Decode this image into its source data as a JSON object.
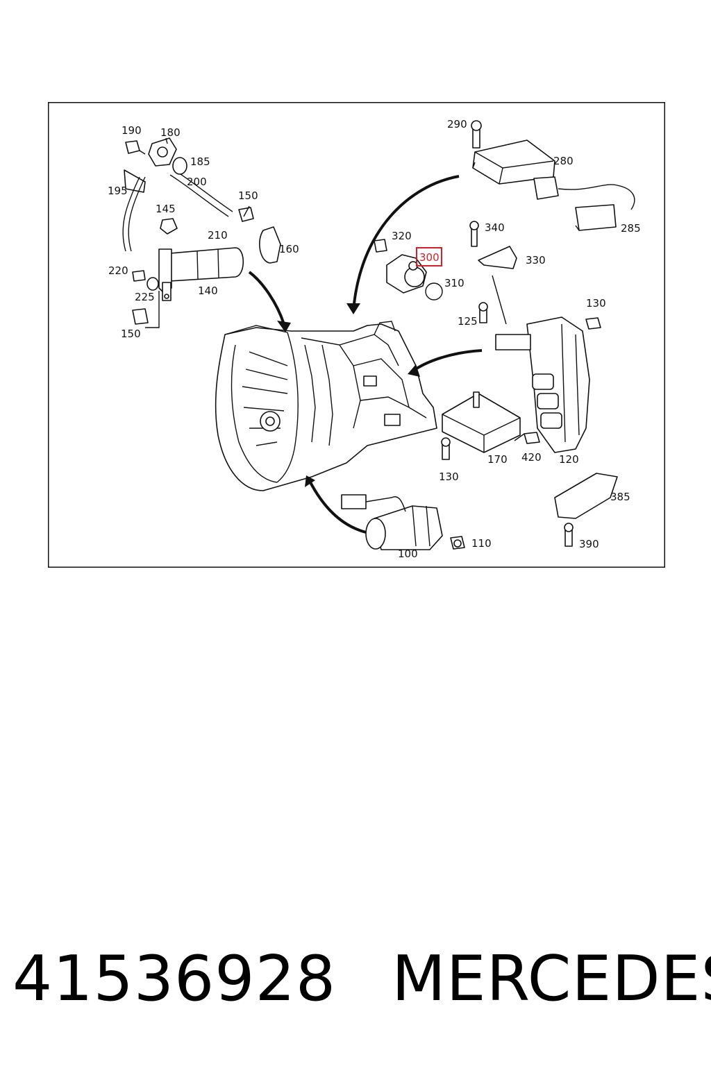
{
  "diagram": {
    "highlighted_label": "300",
    "highlight_color": "#d0202a",
    "labels": [
      "190",
      "180",
      "185",
      "200",
      "195",
      "150",
      "145",
      "210",
      "160",
      "220",
      "225",
      "140",
      "150",
      "290",
      "280",
      "285",
      "320",
      "300",
      "310",
      "340",
      "330",
      "125",
      "130",
      "130",
      "170",
      "420",
      "120",
      "385",
      "390",
      "110",
      "100"
    ]
  },
  "caption": {
    "part_number": "41536928",
    "brand": "MERCEDES"
  }
}
